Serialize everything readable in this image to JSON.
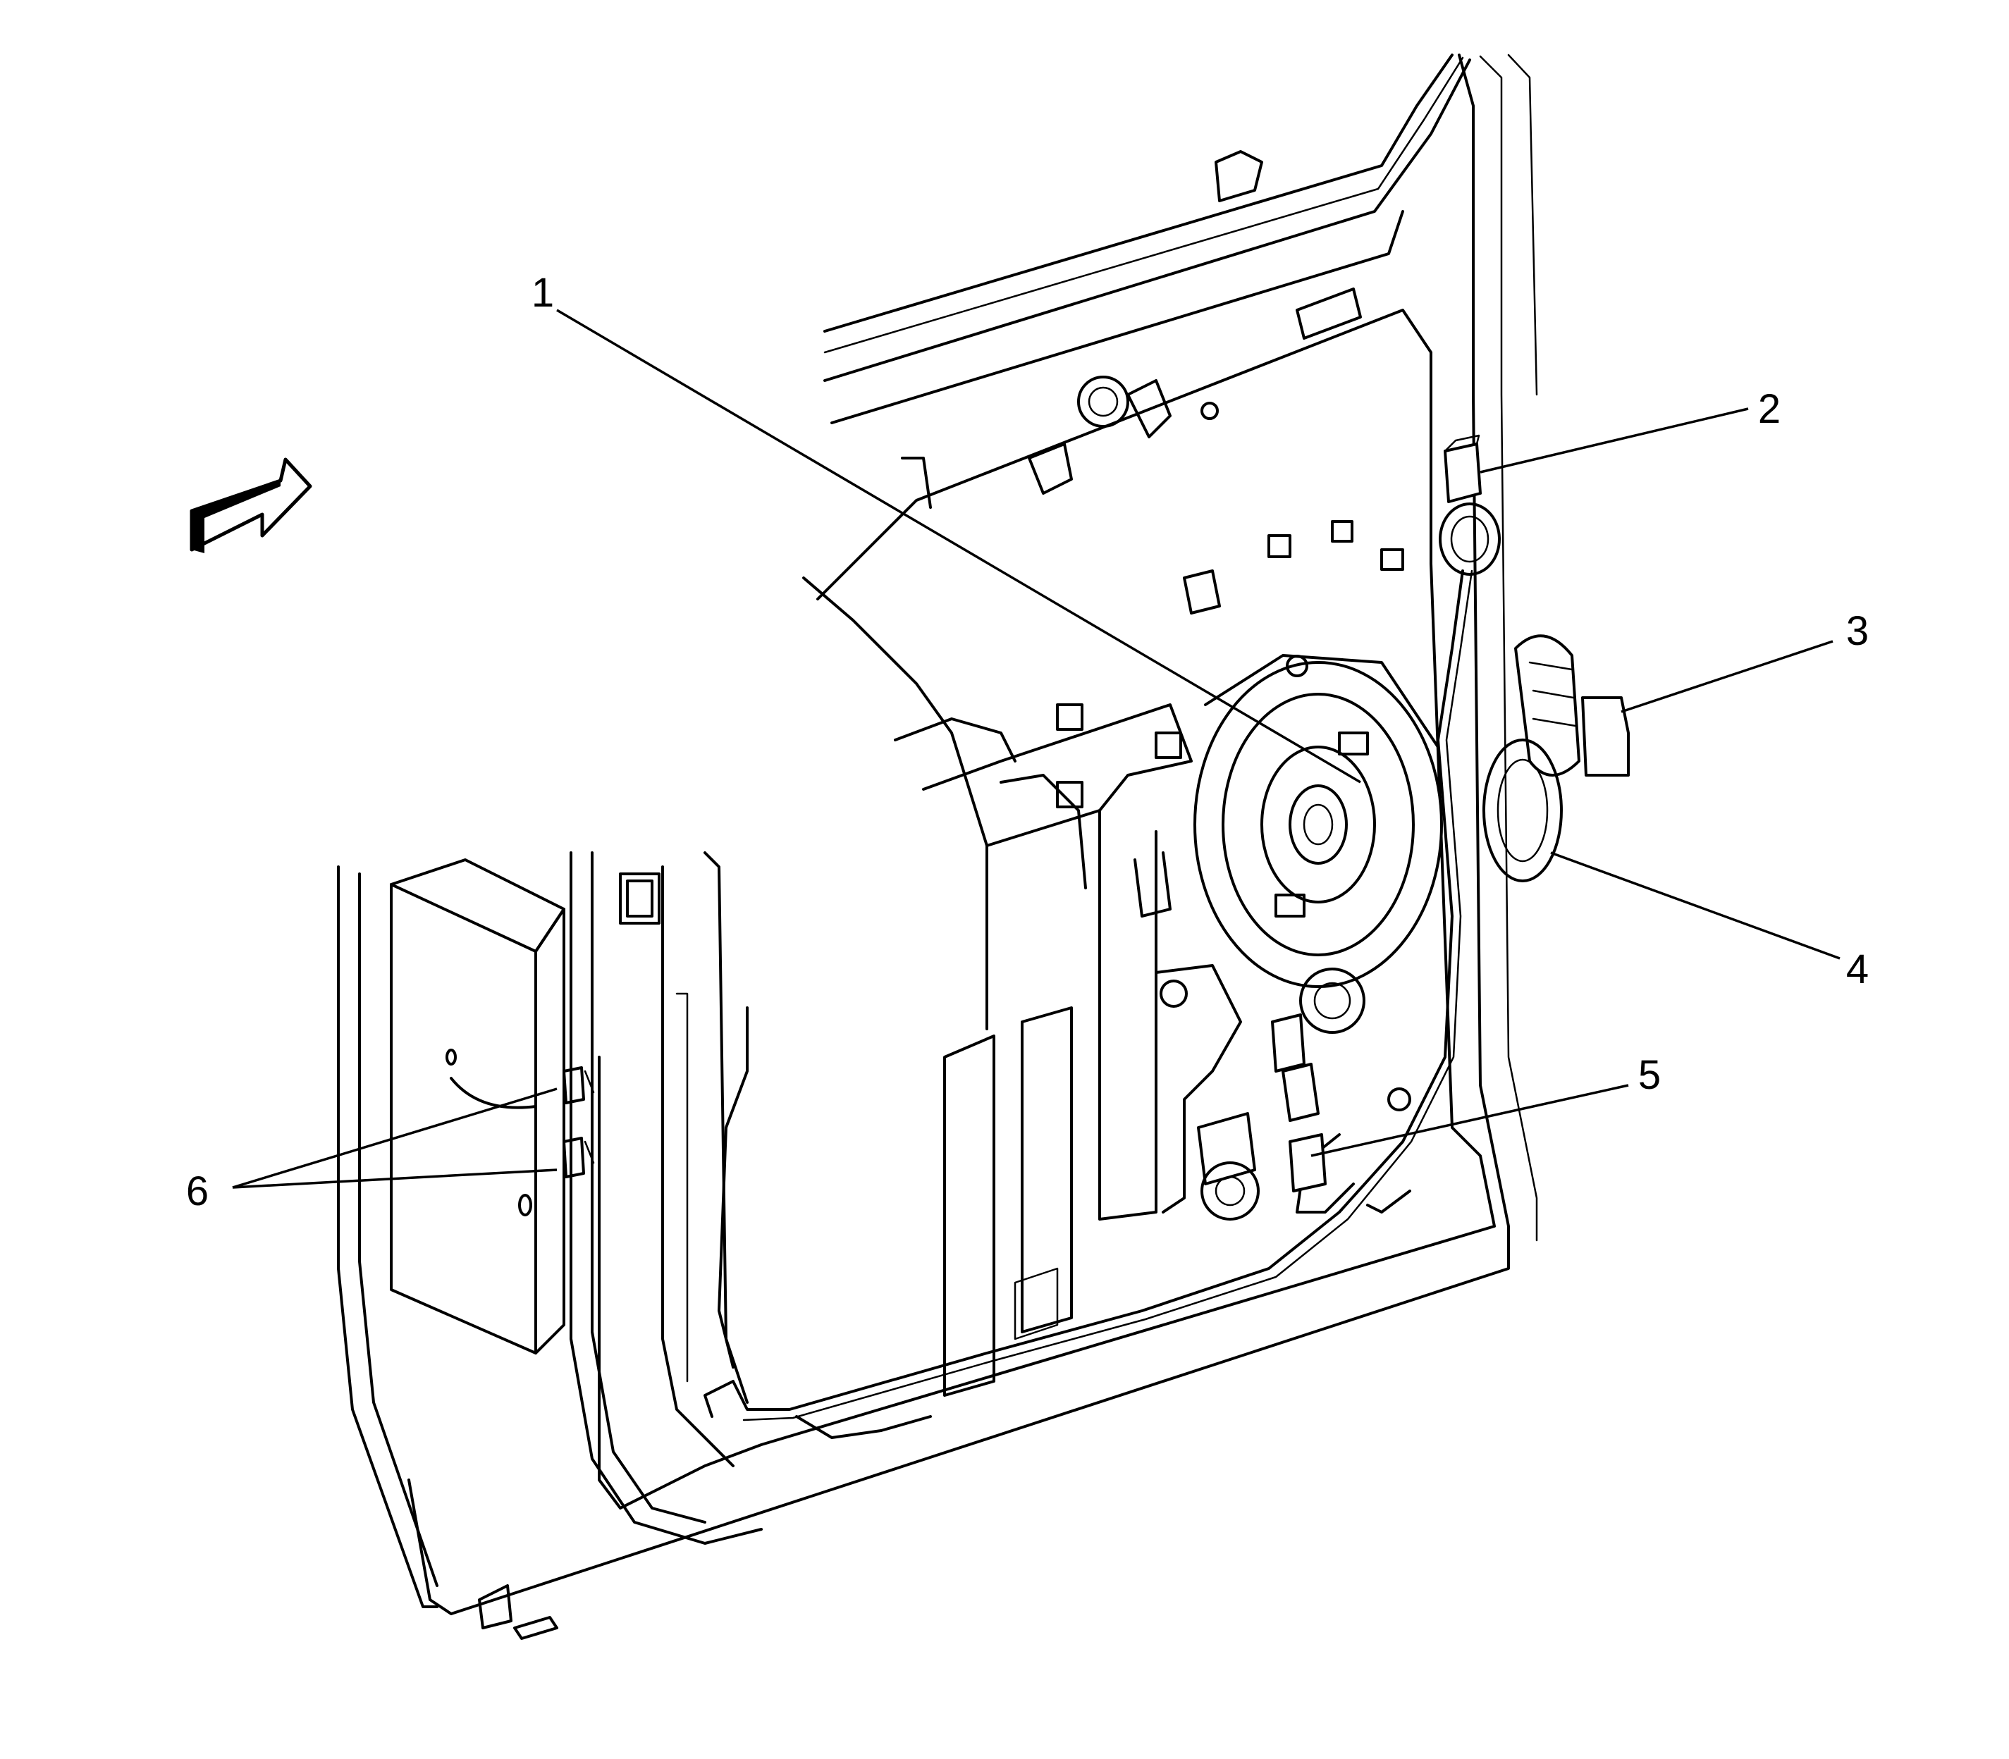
{
  "figure": {
    "background": "#ffffff",
    "line_color": "#000000",
    "orientation_arrow": "front-direction-arrow"
  },
  "callouts": [
    {
      "id": "1",
      "label": "1"
    },
    {
      "id": "2",
      "label": "2"
    },
    {
      "id": "3",
      "label": "3"
    },
    {
      "id": "4",
      "label": "4"
    },
    {
      "id": "5",
      "label": "5"
    },
    {
      "id": "6",
      "label": "6"
    }
  ]
}
